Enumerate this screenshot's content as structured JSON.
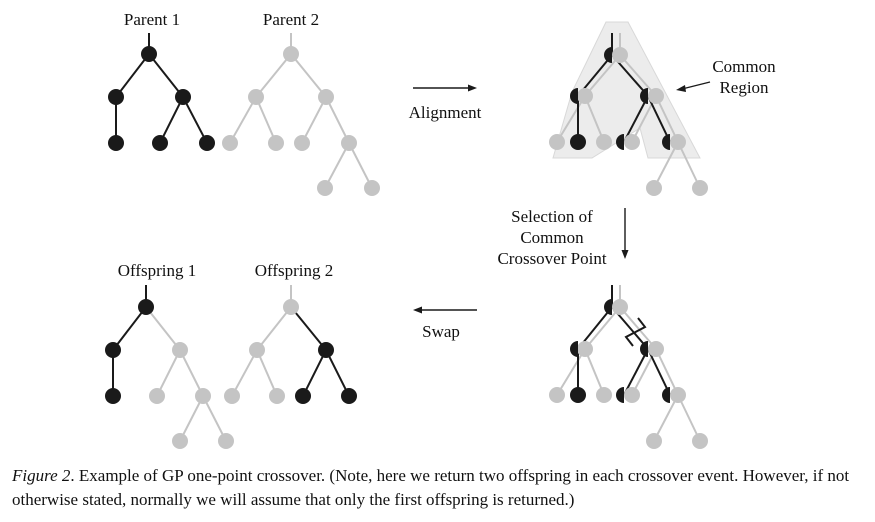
{
  "labels": {
    "parent1": "Parent 1",
    "parent2": "Parent 2",
    "alignment": "Alignment",
    "common_region_1": "Common",
    "common_region_2": "Region",
    "selection_1": "Selection of",
    "selection_2": "Common",
    "selection_3": "Crossover Point",
    "offspring1": "Offspring 1",
    "offspring2": "Offspring 2",
    "swap": "Swap"
  },
  "caption": {
    "label": "Figure 2",
    "text": ".  Example of GP one-point crossover. (Note, here we return two offspring in each crossover event. However, if not otherwise stated, normally we will assume that only the first offspring is returned.)"
  },
  "colors": {
    "parent1": "#1a1a1a",
    "parent2": "#c4c4c4",
    "common_region": "#ececec"
  }
}
